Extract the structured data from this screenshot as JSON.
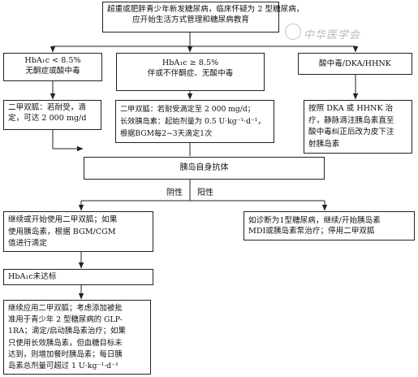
{
  "watermark": {
    "text": "中华医学会"
  },
  "nodes": {
    "start": [
      "超重或肥胖青少年新发糖尿病，临床怀疑为 2 型糖尿病，",
      "应开始生活方式管理和糖尿病教育"
    ],
    "cond_a": [
      "HbA₁c < 8.5%",
      "无酮症或酸中毒"
    ],
    "cond_b": [
      "HbA₁c ≥ 8.5%",
      "伴或不伴酮症、无酸中毒"
    ],
    "cond_c": [
      "酸中毒/DKA/HHNK"
    ],
    "treat_a": [
      "二甲双胍：若耐受，滴",
      "定，可达 2 000 mg/d"
    ],
    "treat_b": [
      "二甲双胍：若耐受滴定至 2 000 mg/d；",
      "长效胰岛素：起始剂量为 0.5 U·kg⁻¹·d⁻¹，",
      "根据BGM每2~3天滴定1次"
    ],
    "treat_c": [
      "按照 DKA 或 HHNK 治",
      "疗，静脉滴注胰岛素直至",
      "酸中毒纠正后改为皮下注",
      "射胰岛素"
    ],
    "antibody": [
      "胰岛自身抗体"
    ],
    "negative_path": [
      "继续或开始使用二甲双胍；如果",
      "使用胰岛素，根据 BGM/CGM",
      "值进行滴定"
    ],
    "positive_path": [
      "如诊断为1型糖尿病，继续/开始胰岛素",
      "MDI或胰岛素泵治疗；停用二甲双胍"
    ],
    "not_reached": [
      "HbA₁c未达标"
    ],
    "final": [
      "继续应用二甲双胍；考虑添加被批",
      "准用于青少年 2 型糖尿病的 GLP-",
      "1RA；滴定/启动胰岛素治疗；如果",
      "只使用长效胰岛素，但血糖目标未",
      "达到，则增加餐时胰岛素；每日胰",
      "岛素总剂量可超过 1 U·kg⁻¹·d⁻¹"
    ]
  },
  "labels": {
    "negative": "阴性",
    "positive": "阳性"
  },
  "colors": {
    "line": "#222222",
    "text": "#111111",
    "watermark": "#b9b9b9"
  }
}
